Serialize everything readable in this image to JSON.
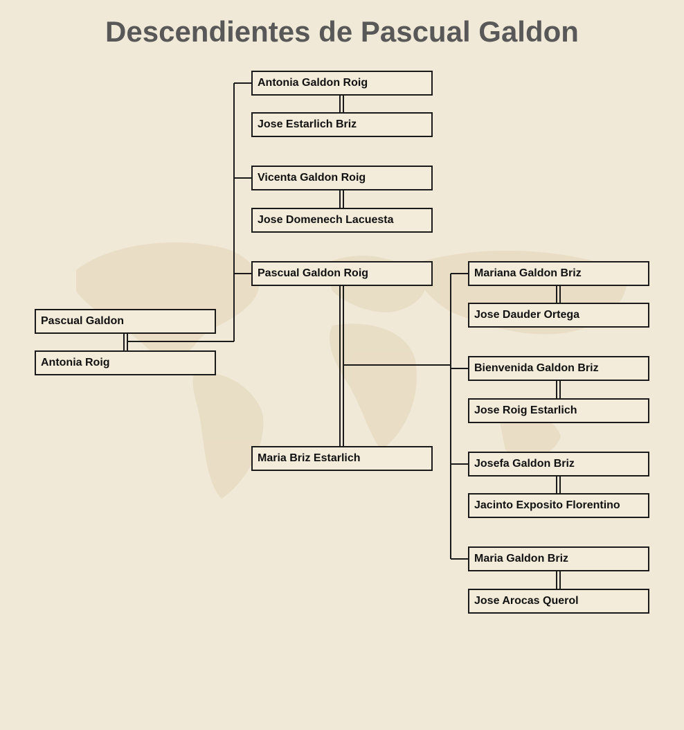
{
  "title": "Descendientes de Pascual Galdon",
  "colors": {
    "background": "#f1e9d7",
    "box_fill": "#f3ecdb",
    "line": "#1a1a1a",
    "title": "#585858"
  },
  "root_couple": {
    "person": "Pascual Galdon",
    "spouse": "Antonia Roig"
  },
  "children": [
    {
      "person": "Antonia Galdon Roig",
      "spouse": "Jose Estarlich Briz"
    },
    {
      "person": "Vicenta Galdon Roig",
      "spouse": "Jose Domenech Lacuesta"
    },
    {
      "person": "Pascual Galdon Roig",
      "spouse": "Maria Briz Estarlich"
    }
  ],
  "grandchildren": [
    {
      "person": "Mariana Galdon Briz",
      "spouse": "Jose Dauder Ortega"
    },
    {
      "person": "Bienvenida Galdon Briz",
      "spouse": "Jose Roig Estarlich"
    },
    {
      "person": "Josefa Galdon Briz",
      "spouse": "Jacinto Exposito Florentino"
    },
    {
      "person": "Maria Galdon Briz",
      "spouse": "Jose Arocas Querol"
    }
  ]
}
